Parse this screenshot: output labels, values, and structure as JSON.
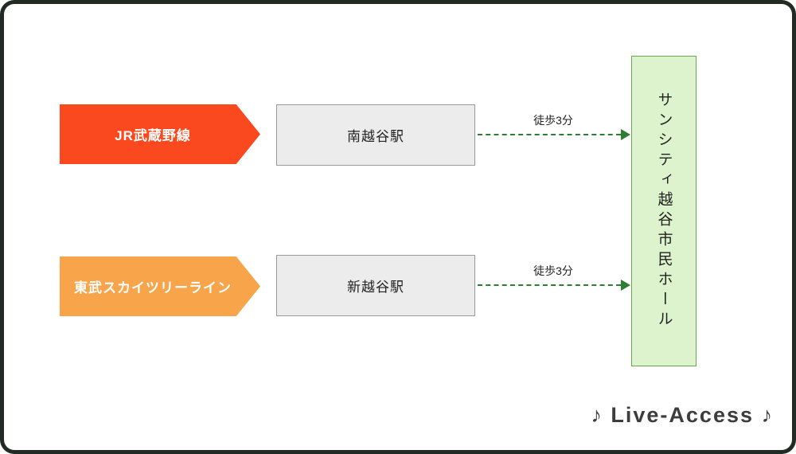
{
  "frame": {
    "background": "#222a24"
  },
  "routes": [
    {
      "line_label": "JR武蔵野線",
      "line_color": "#fa491f",
      "station_label": "南越谷駅",
      "walk_label": "徒歩3分"
    },
    {
      "line_label": "東武スカイツリーライン",
      "line_color": "#f7a44a",
      "station_label": "新越谷駅",
      "walk_label": "徒歩3分"
    }
  ],
  "destination": {
    "label": "サンシティ越谷市民ホール",
    "fill": "#ddf3cd",
    "border": "#67a84e"
  },
  "walk_arrow_color": "#2e7d32",
  "footer": {
    "label": "♪ Live-Access ♪"
  }
}
